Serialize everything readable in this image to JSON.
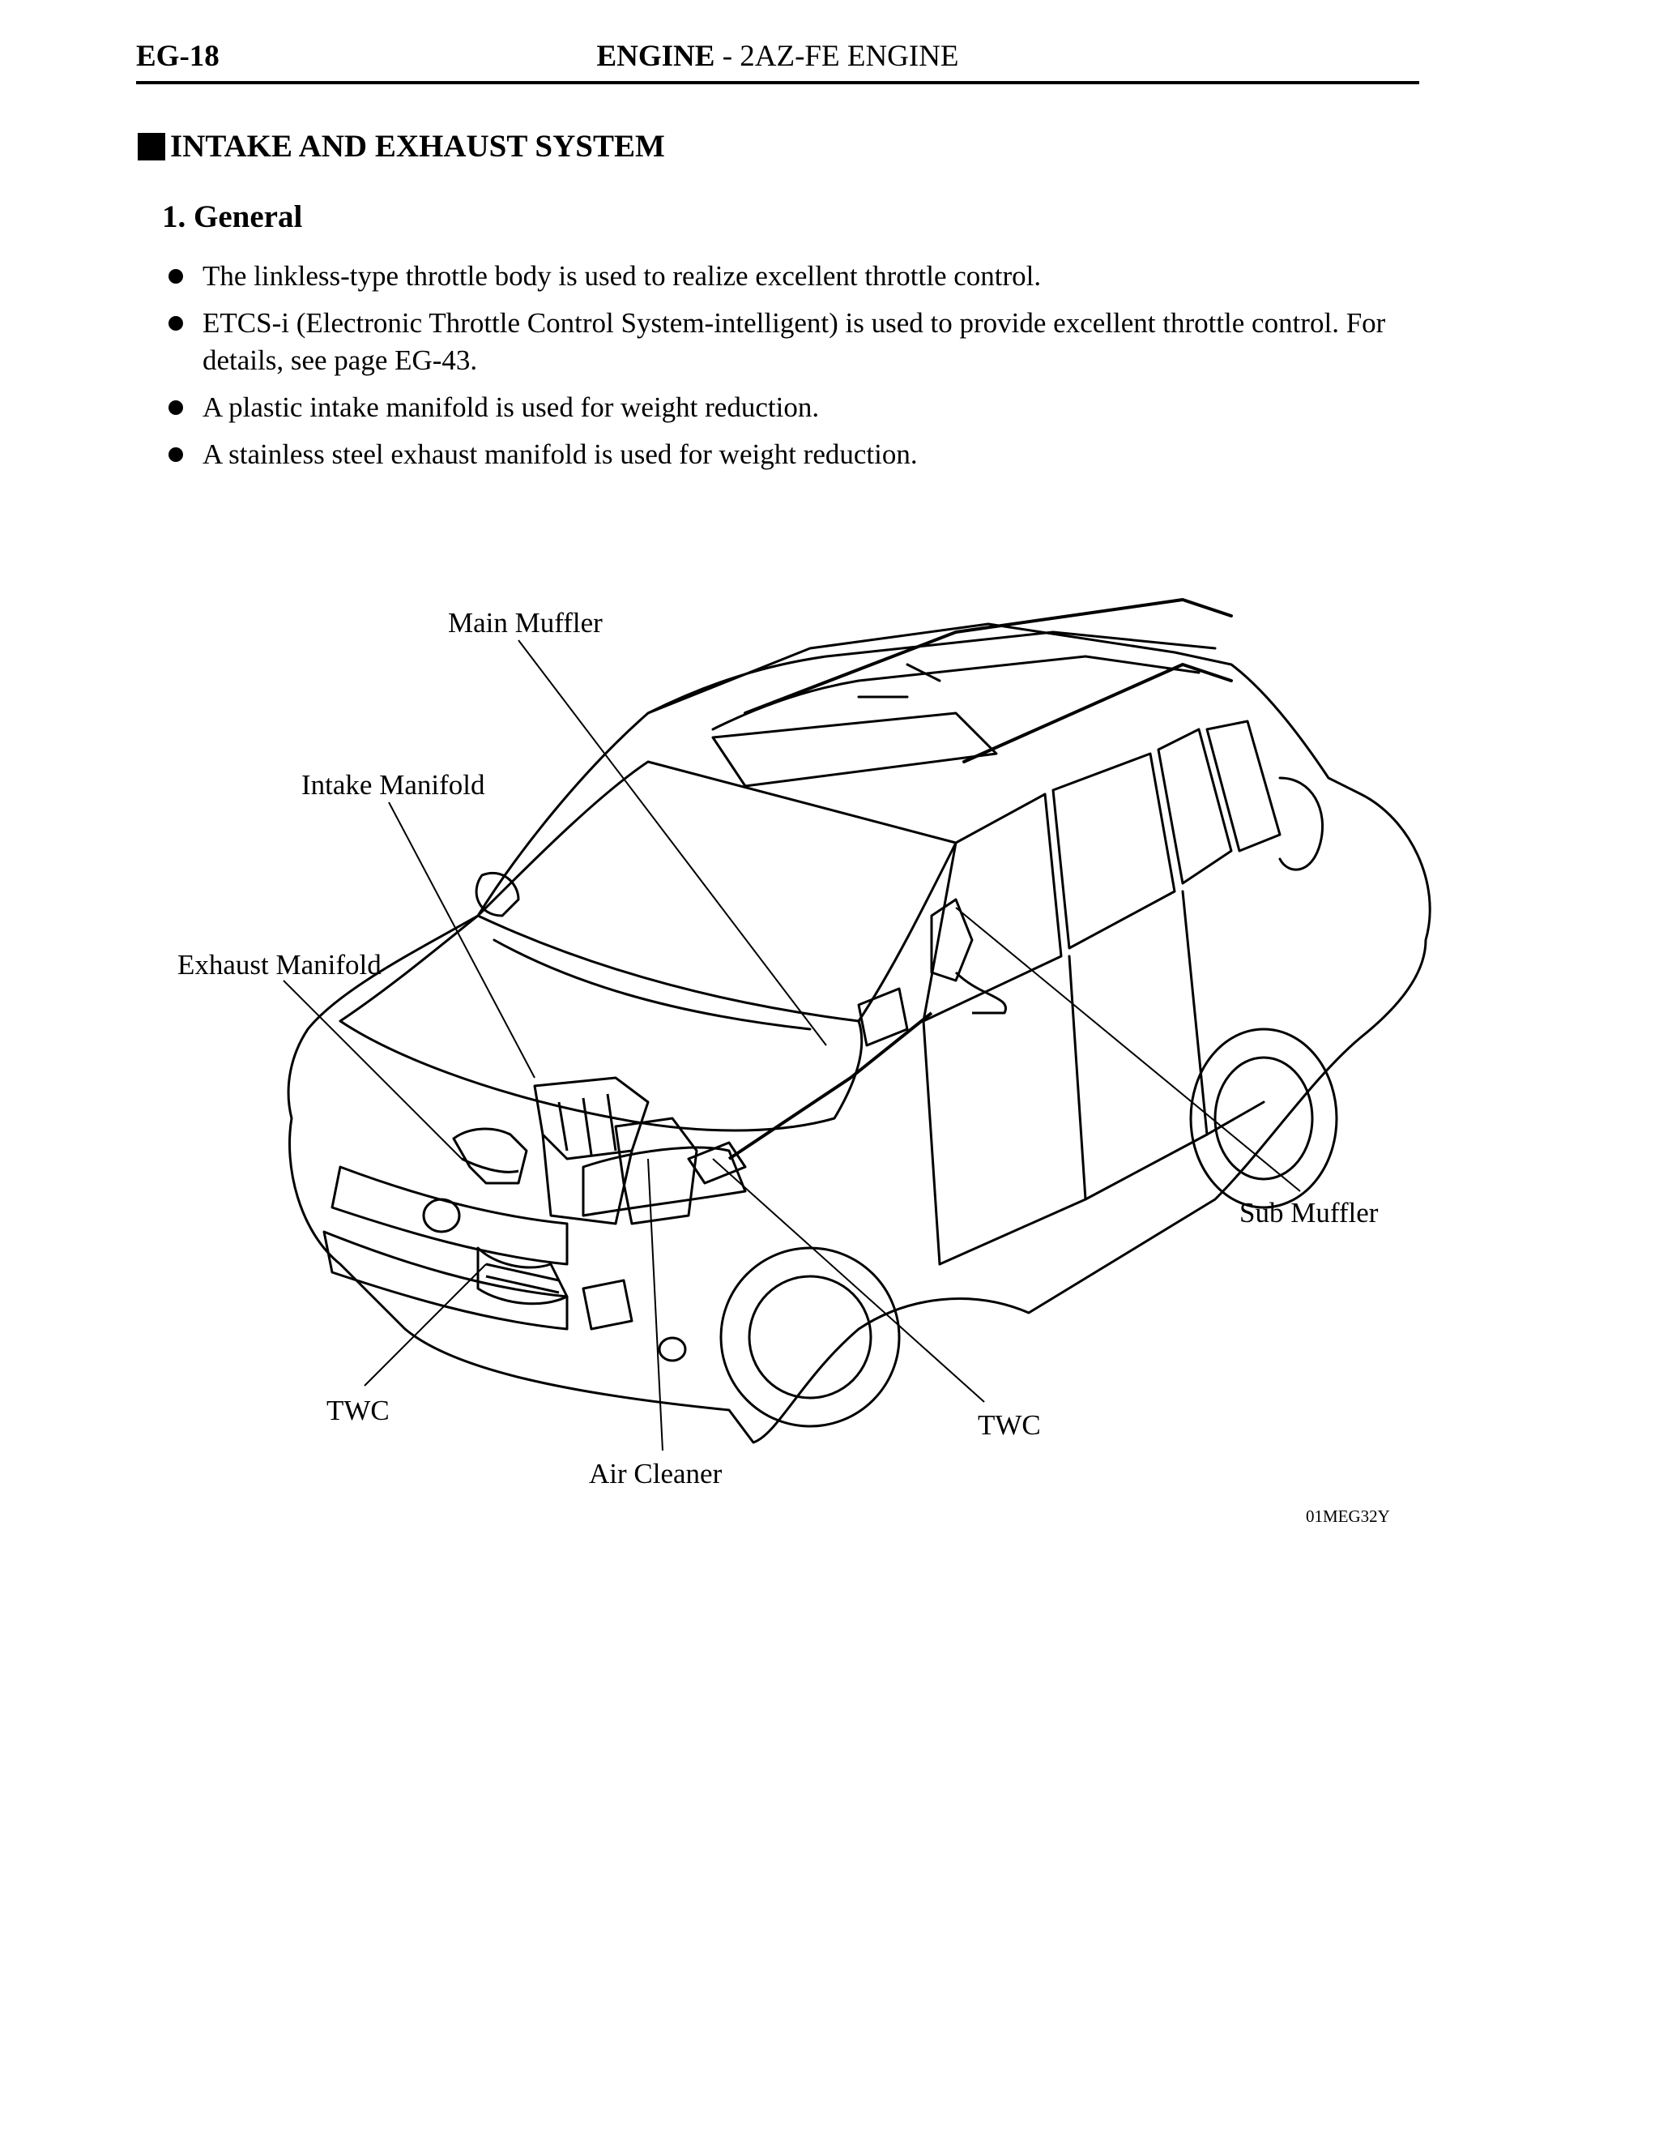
{
  "header": {
    "page_number": "EG-18",
    "title_bold": "ENGINE",
    "title_rest": " - 2AZ-FE ENGINE"
  },
  "section": {
    "title": "INTAKE AND EXHAUST SYSTEM"
  },
  "subsection": {
    "title": "1.  General"
  },
  "bullets": [
    "The linkless-type throttle body is used to realize excellent throttle control.",
    "ETCS-i (Electronic Throttle Control System-intelligent) is used to provide excellent throttle control. For details, see page EG-43.",
    "A plastic intake manifold is used for weight reduction.",
    "A stainless steel exhaust manifold is used for weight reduction."
  ],
  "figure": {
    "labels": {
      "main_muffler": "Main Muffler",
      "intake_manifold": "Intake Manifold",
      "exhaust_manifold": "Exhaust Manifold",
      "sub_muffler": "Sub Muffler",
      "twc_front": "TWC",
      "twc_rear": "TWC",
      "air_cleaner": "Air Cleaner"
    },
    "figure_id": "01MEG32Y"
  }
}
